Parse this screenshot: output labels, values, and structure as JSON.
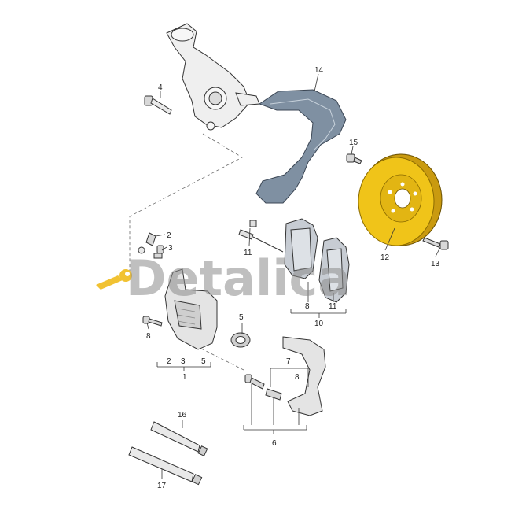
{
  "watermark": {
    "text": "Detalica",
    "color": "#7a7a7a",
    "key_color": "#f1c232"
  },
  "colors": {
    "disc": "#f0c419",
    "shield": "#7d8fa3",
    "part_line": "#333333",
    "part_fill": "#e8e8e8"
  },
  "callouts": {
    "c1": "1",
    "c2": "2",
    "c2b": "2",
    "c3": "3",
    "c3b": "3",
    "c4": "4",
    "c5": "5",
    "c5b": "5",
    "c6": "6",
    "c7": "7",
    "c8a": "8",
    "c8b": "8",
    "c8c": "8",
    "c10": "10",
    "c11a": "11",
    "c11b": "11",
    "c12": "12",
    "c13": "13",
    "c14": "14",
    "c15": "15",
    "c16": "16",
    "c17": "17"
  }
}
